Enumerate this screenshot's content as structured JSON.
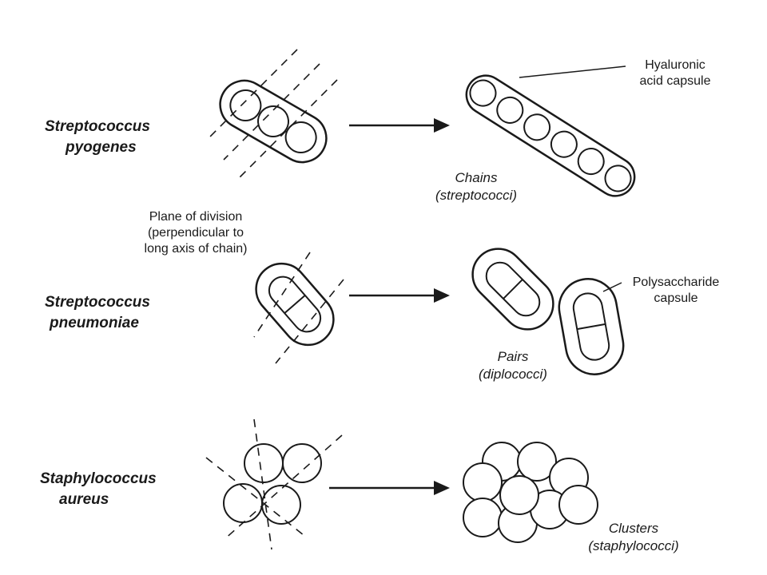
{
  "organisms": [
    {
      "line1": "Streptococcus",
      "line2": "pyogenes"
    },
    {
      "line1": "Streptococcus",
      "line2": "pneumoniae"
    },
    {
      "line1": "Staphylococcus",
      "line2": "aureus"
    }
  ],
  "results": [
    {
      "line1": "Chains",
      "line2": "(streptococci)"
    },
    {
      "line1": "Pairs",
      "line2": "(diplococci)"
    },
    {
      "line1": "Clusters",
      "line2": "(staphylococci)"
    }
  ],
  "annotations": {
    "plane": [
      "Plane of division",
      "(perpendicular to",
      "long axis of chain)"
    ],
    "hyaluronic": [
      "Hyaluronic",
      "acid capsule"
    ],
    "polysaccharide": [
      "Polysaccharide",
      "capsule"
    ]
  },
  "colors": {
    "stroke": "#1a1a1a",
    "background": "#ffffff"
  }
}
